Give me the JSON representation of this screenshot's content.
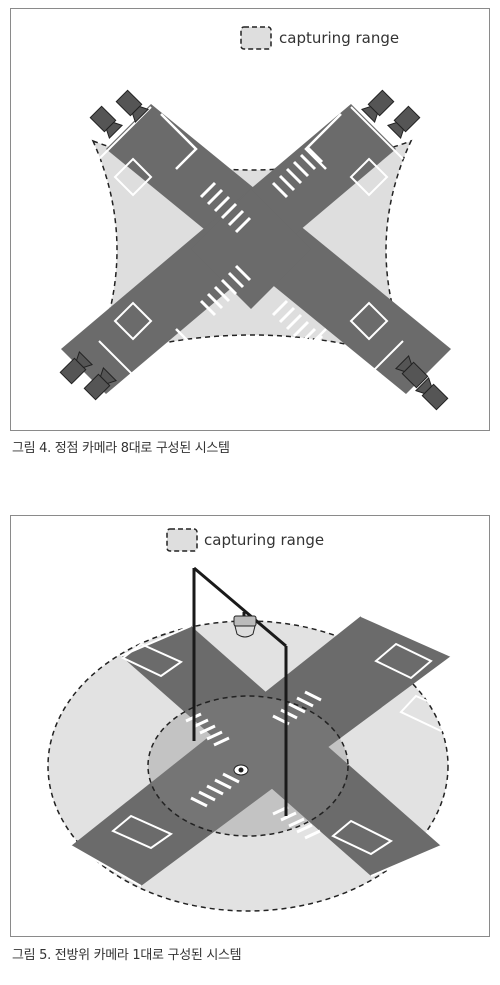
{
  "figure4": {
    "legend_label": "capturing range",
    "caption": "그림 4. 정점 카메라 8대로 구성된 시스템"
  },
  "figure5": {
    "legend_label": "capturing range",
    "caption": "그림 5. 전방위 카메라 1대로 구성된 시스템"
  },
  "colors": {
    "road": "#6b6b6b",
    "road_edge": "#ffffff",
    "coverage": "#dedede",
    "camera": "#555555",
    "pole": "#1a1a1a",
    "frame": "#8a8a8a"
  }
}
